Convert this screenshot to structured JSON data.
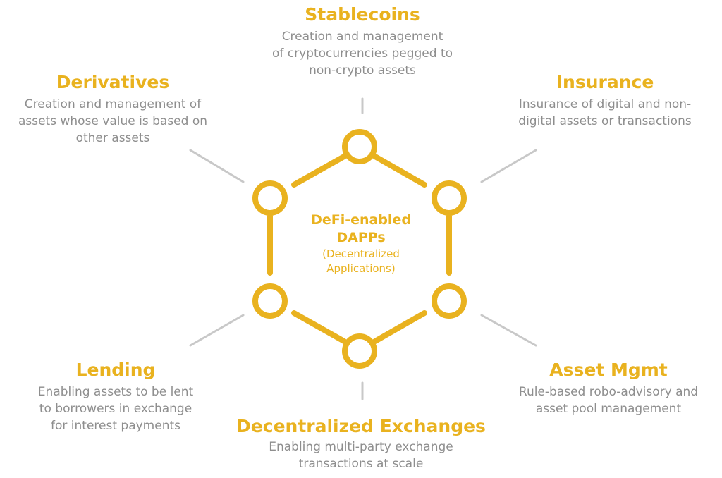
{
  "center": {
    "line1": "DeFi-enabled",
    "line2": "DAPPs",
    "line3": "(Decentralized",
    "line4": "Applications)"
  },
  "categories": {
    "stablecoins": {
      "title": "Stablecoins",
      "desc": [
        "Creation and management",
        "of cryptocurrencies pegged to",
        "non-crypto assets"
      ]
    },
    "derivatives": {
      "title": "Derivatives",
      "desc": [
        "Creation and management of",
        "assets whose value is based on",
        "other assets"
      ]
    },
    "insurance": {
      "title": "Insurance",
      "desc": [
        "Insurance of digital and non-",
        "digital assets or transactions"
      ]
    },
    "lending": {
      "title": "Lending",
      "desc": [
        "Enabling assets to be lent",
        "to borrowers in exchange",
        "for interest payments"
      ]
    },
    "asset_mgmt": {
      "title": "Asset Mgmt",
      "desc": [
        "Rule-based robo-advisory and",
        "asset pool management"
      ]
    },
    "dex": {
      "title": "Decentralized Exchanges",
      "desc": [
        "Enabling multi-party exchange",
        "transactions at scale"
      ]
    }
  },
  "colors": {
    "accent": "#e9b21f",
    "text": "#8e8e8e",
    "connector": "#c8c8c8"
  }
}
